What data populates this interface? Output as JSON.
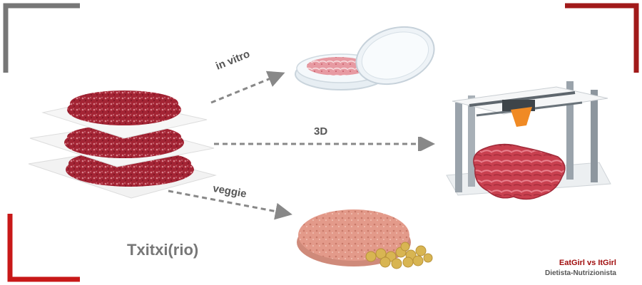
{
  "arrows": {
    "in_vitro_label": "in vitro",
    "threed_label": "3D",
    "veggie_label": "veggie"
  },
  "title": "Txitxi(rio)",
  "signature": {
    "brand": "EatGirl vs ItGirl",
    "subtitle": "Dietista-Nutrizionista"
  },
  "colors": {
    "gray_corner": "#777777",
    "red_corner": "#a11a1a",
    "brand_red": "#a00d0d",
    "label_gray": "#555555",
    "arrow_gray": "#888888"
  }
}
